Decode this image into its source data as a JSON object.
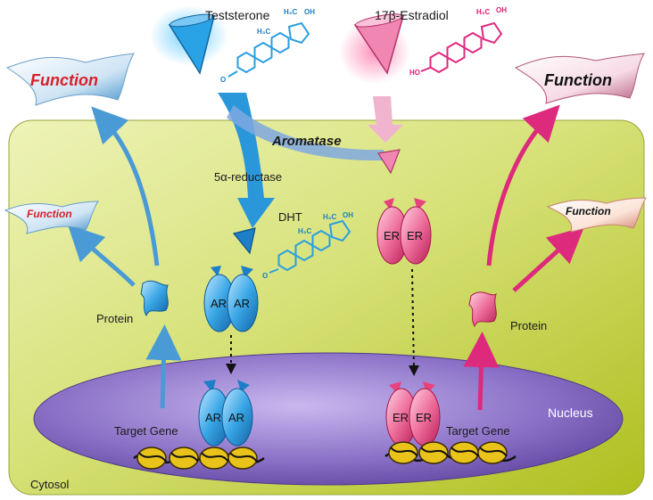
{
  "hormones": {
    "testosterone": "Teststerone",
    "estradiol": "17β-Estradiol",
    "dht": "DHT"
  },
  "enzymes": {
    "aromatase": "Aromatase",
    "reductase": "5α-reductase"
  },
  "receptors": {
    "androgen": "AR",
    "estrogen": "ER"
  },
  "compartments": {
    "nucleus": "Nucleus",
    "cytosol": "Cytosol"
  },
  "labels": {
    "protein_left": "Protein",
    "protein_right": "Protein",
    "target_gene_left": "Target Gene",
    "target_gene_right": "Target Gene"
  },
  "function_label": "Function",
  "chem_labels": {
    "methyl": "H₃C",
    "hydroxyl": "OH",
    "oxygen": "O",
    "hydroxy_left": "HO"
  },
  "colors": {
    "androgen_blue": "#2f9bdc",
    "estrogen_pink": "#e8427f",
    "cytosol_green": "#c9d94a",
    "nucleus_purple": "#7a62b8",
    "function_red": "#d8202a"
  }
}
